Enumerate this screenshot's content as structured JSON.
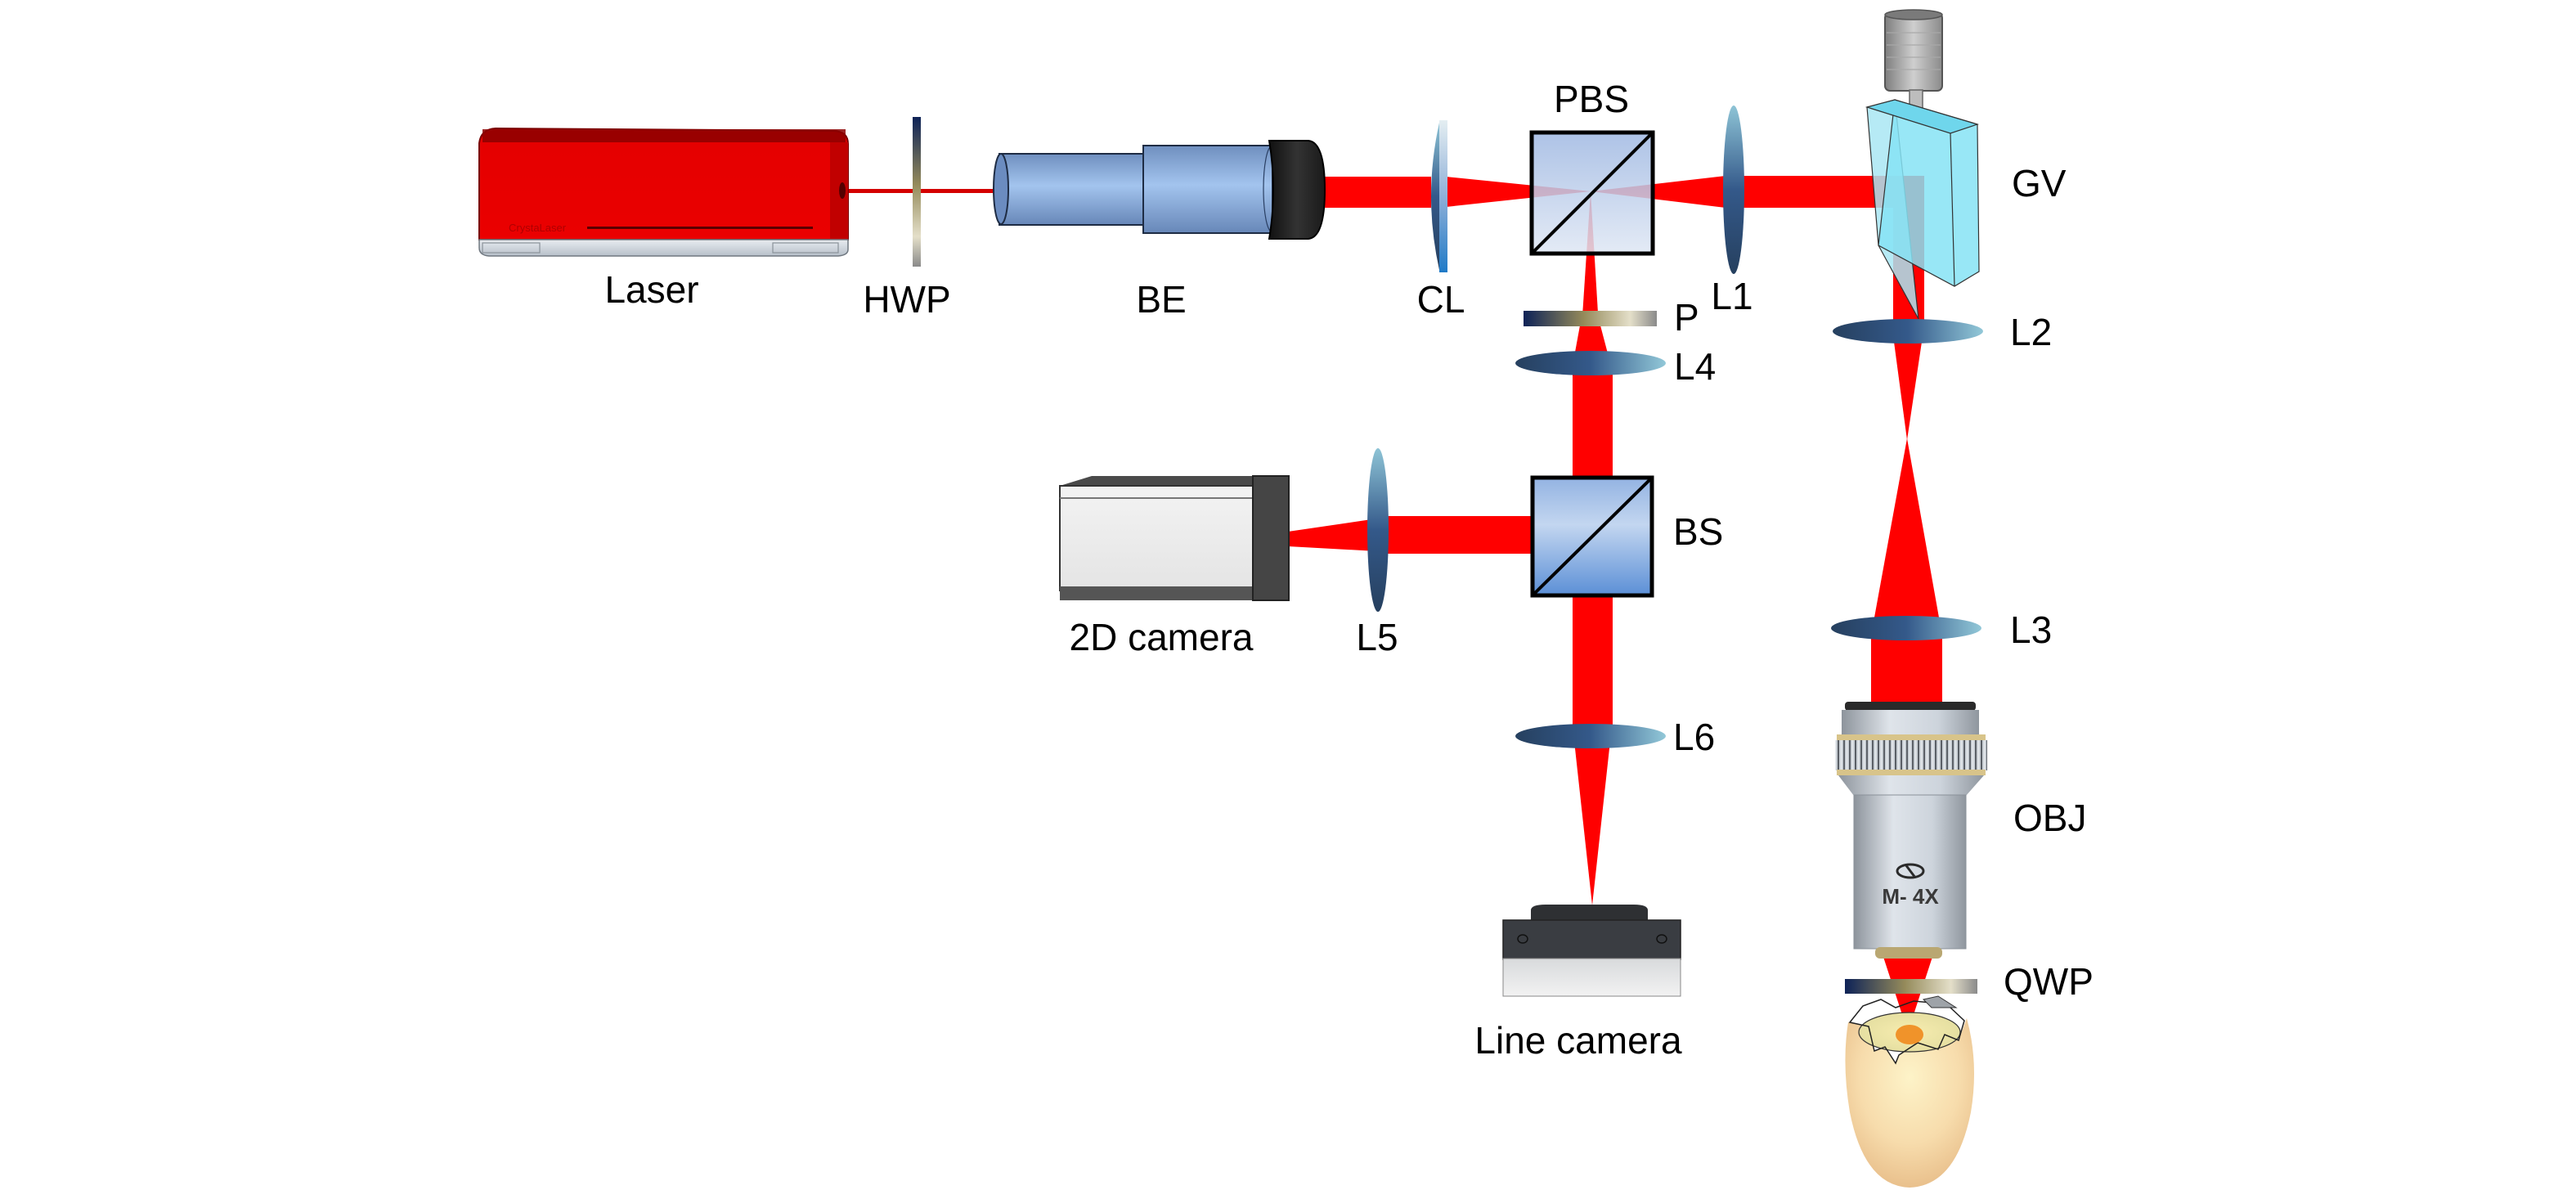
{
  "figure": {
    "type": "optical-setup-schematic",
    "components": {
      "laser": {
        "label": "Laser",
        "brand": "CrystaLaser"
      },
      "hwp": {
        "label": "HWP"
      },
      "be": {
        "label": "BE"
      },
      "cl": {
        "label": "CL"
      },
      "pbs": {
        "label": "PBS"
      },
      "l1": {
        "label": "L1"
      },
      "gv": {
        "label": "GV"
      },
      "l2": {
        "label": "L2"
      },
      "l3": {
        "label": "L3"
      },
      "obj": {
        "label": "OBJ",
        "marking": "M- 4X"
      },
      "qwp": {
        "label": "QWP"
      },
      "p": {
        "label": "P"
      },
      "l4": {
        "label": "L4"
      },
      "bs": {
        "label": "BS"
      },
      "l5": {
        "label": "L5"
      },
      "camera_2d": {
        "label": "2D camera"
      },
      "l6": {
        "label": "L6"
      },
      "line_camera": {
        "label": "Line camera"
      },
      "sample": {
        "label": "",
        "description": "cracked egg sample"
      }
    },
    "colors": {
      "beam": "#ff0000",
      "laser_body": "#e60000",
      "lens_dark": "#2c4a6e",
      "lens_light": "#8ec4d6",
      "cube_top": "#9fb8e2",
      "cube_bottom": "#dde6f4",
      "galvo_glass": "#86e3f5",
      "waveplate_left": "#0d2257",
      "waveplate_mid": "#948a5a",
      "waveplate_right": "#e4dfc9"
    }
  }
}
